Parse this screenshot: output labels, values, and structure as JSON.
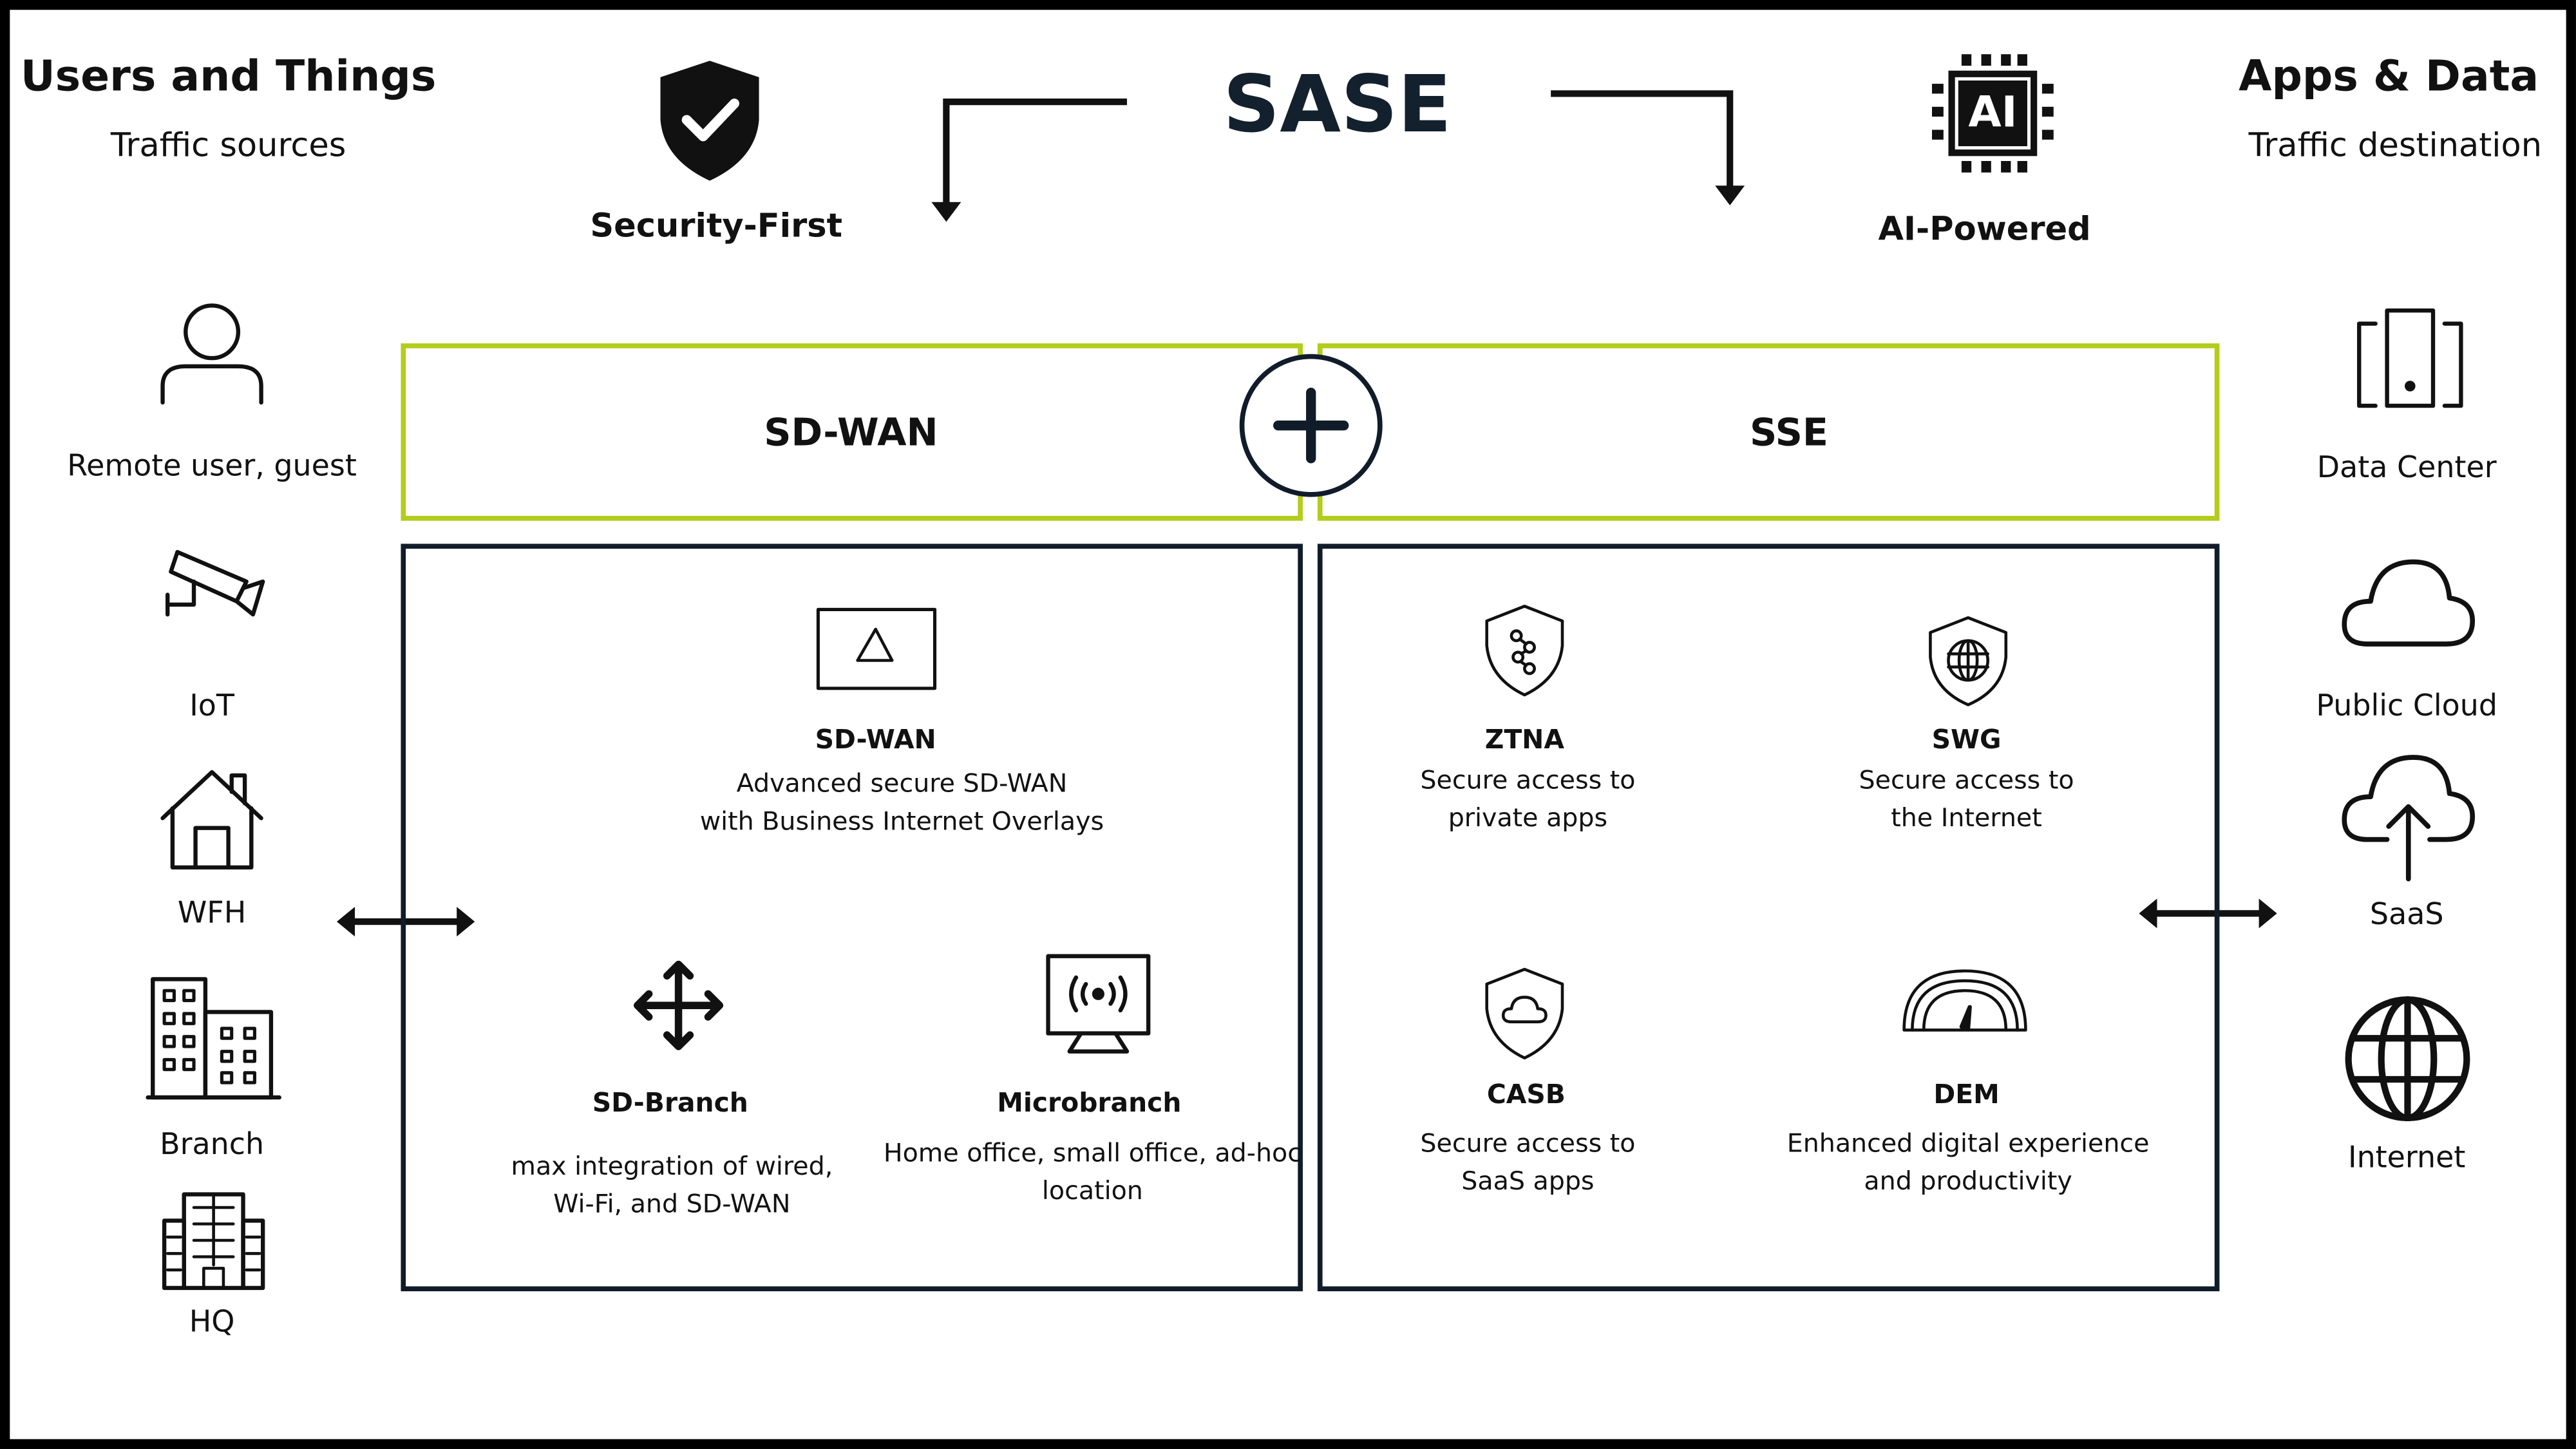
{
  "header": {
    "title": "SASE",
    "left_title": "Users and Things",
    "left_subtitle": "Traffic sources",
    "right_title": "Apps & Data",
    "right_subtitle": "Traffic destination",
    "security_label": "Security-First",
    "ai_label": "AI-Powered",
    "ai_chip_text": "AI"
  },
  "sources": [
    {
      "label": "Remote user, guest",
      "icon": "user-icon"
    },
    {
      "label": "IoT",
      "icon": "camera-icon"
    },
    {
      "label": "WFH",
      "icon": "house-icon"
    },
    {
      "label": "Branch",
      "icon": "building-icon"
    },
    {
      "label": "HQ",
      "icon": "office-icon"
    }
  ],
  "destinations": [
    {
      "label": "Data Center",
      "icon": "server-icon"
    },
    {
      "label": "Public Cloud",
      "icon": "cloud-icon"
    },
    {
      "label": "SaaS",
      "icon": "cloud-upload-icon"
    },
    {
      "label": "Internet",
      "icon": "globe-icon"
    }
  ],
  "sdwan": {
    "header": "SD-WAN",
    "items": [
      {
        "title": "SD-WAN",
        "desc1": "Advanced secure SD-WAN",
        "desc2": "with Business Internet Overlays"
      },
      {
        "title": "SD-Branch",
        "desc1": "max integration of wired,",
        "desc2": "Wi-Fi, and SD-WAN"
      },
      {
        "title": "Microbranch",
        "desc1": "Home office, small office, ad-hoc",
        "desc2": "location"
      }
    ]
  },
  "sse": {
    "header": "SSE",
    "items": [
      {
        "title": "ZTNA",
        "desc1": "Secure access to",
        "desc2": "private apps"
      },
      {
        "title": "SWG",
        "desc1": "Secure access to",
        "desc2": "the Internet"
      },
      {
        "title": "CASB",
        "desc1": "Secure access to",
        "desc2": "SaaS apps"
      },
      {
        "title": "DEM",
        "desc1": "Enhanced digital experience",
        "desc2": "and productivity"
      }
    ]
  },
  "colors": {
    "accent_green": "#b4cc1c",
    "navy": "#111c2a",
    "title": "#13202e"
  }
}
